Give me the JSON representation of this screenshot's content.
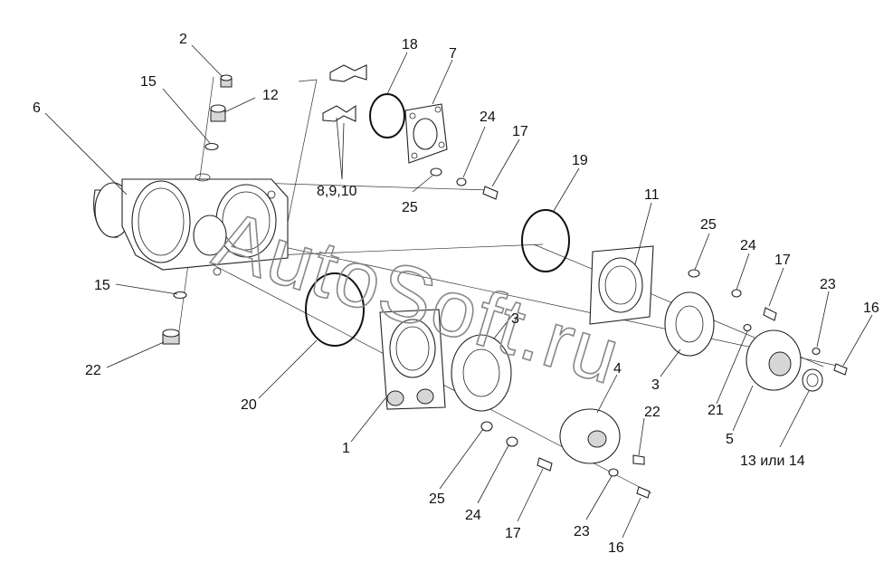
{
  "watermark": "AutoSoft.ru",
  "labels": [
    {
      "id": "l2",
      "text": "2"
    },
    {
      "id": "l15a",
      "text": "15"
    },
    {
      "id": "l12",
      "text": "12"
    },
    {
      "id": "l6",
      "text": "6"
    },
    {
      "id": "l18",
      "text": "18"
    },
    {
      "id": "l7",
      "text": "7"
    },
    {
      "id": "l24a",
      "text": "24"
    },
    {
      "id": "l17a",
      "text": "17"
    },
    {
      "id": "l8910",
      "text": "8,9,10"
    },
    {
      "id": "l25a",
      "text": "25"
    },
    {
      "id": "l19",
      "text": "19"
    },
    {
      "id": "l11",
      "text": "11"
    },
    {
      "id": "l25b",
      "text": "25"
    },
    {
      "id": "l24b",
      "text": "24"
    },
    {
      "id": "l17b",
      "text": "17"
    },
    {
      "id": "l23a",
      "text": "23"
    },
    {
      "id": "l16a",
      "text": "16"
    },
    {
      "id": "l15b",
      "text": "15"
    },
    {
      "id": "l22a",
      "text": "22"
    },
    {
      "id": "l20",
      "text": "20"
    },
    {
      "id": "l3a",
      "text": "3"
    },
    {
      "id": "l3b",
      "text": "3"
    },
    {
      "id": "l21",
      "text": "21"
    },
    {
      "id": "l5",
      "text": "5"
    },
    {
      "id": "l1314",
      "text": "13 или 14"
    },
    {
      "id": "l4",
      "text": "4"
    },
    {
      "id": "l22b",
      "text": "22"
    },
    {
      "id": "l1",
      "text": "1"
    },
    {
      "id": "l25c",
      "text": "25"
    },
    {
      "id": "l24c",
      "text": "24"
    },
    {
      "id": "l17c",
      "text": "17"
    },
    {
      "id": "l23b",
      "text": "23"
    },
    {
      "id": "l16b",
      "text": "16"
    }
  ]
}
